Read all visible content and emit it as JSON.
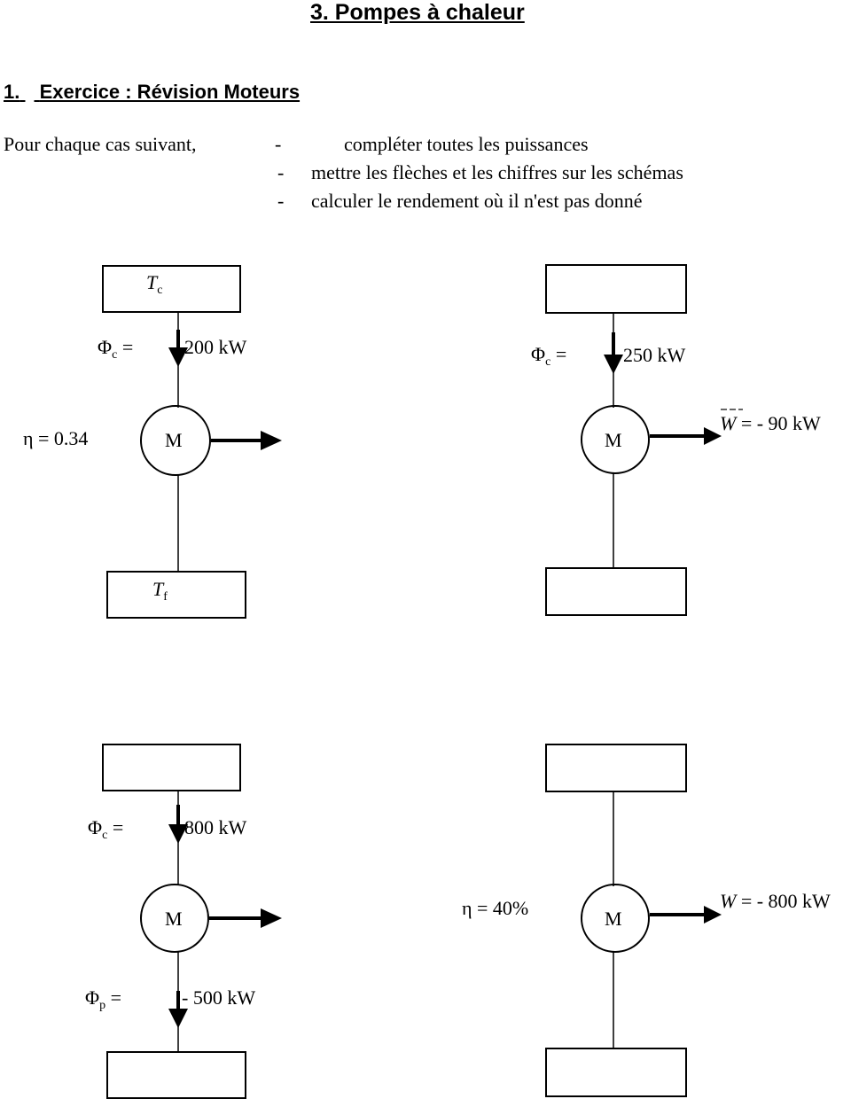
{
  "header": {
    "chapter_title": "3. Pompes à chaleur",
    "exercise_number": "1.",
    "exercise_title": "Exercice :  Révision Moteurs"
  },
  "instructions": {
    "intro": "Pour chaque cas suivant,",
    "dash": "-",
    "tasks": [
      "compléter toutes les puissances",
      "mettre les flèches et les chiffres sur les schémas",
      "calculer le rendement où il n'est pas donné"
    ]
  },
  "diagrams": {
    "motor_label": "M",
    "d1": {
      "hot_label": "T",
      "hot_sub": "c",
      "cold_label": "T",
      "cold_sub": "f",
      "phi_c_symbol": "Φ",
      "phi_c_sub": "c",
      "phi_c_eq": "=",
      "phi_c_value": "200 kW",
      "eta_label": "η  = 0.34"
    },
    "d2": {
      "phi_c_symbol": "Φ",
      "phi_c_sub": "c",
      "phi_c_eq": "=",
      "phi_c_value": "250 kW",
      "w_symbol": "W",
      "w_value": "= - 90 kW"
    },
    "d3": {
      "phi_c_symbol": "Φ",
      "phi_c_sub": "c",
      "phi_c_eq": "=",
      "phi_c_value": "800 kW",
      "phi_p_symbol": "Φ",
      "phi_p_sub": "p",
      "phi_p_eq": "=",
      "phi_p_value": "- 500 kW"
    },
    "d4": {
      "eta_label": "η = 40%",
      "w_symbol": "W",
      "w_value": "= - 800 kW"
    }
  }
}
